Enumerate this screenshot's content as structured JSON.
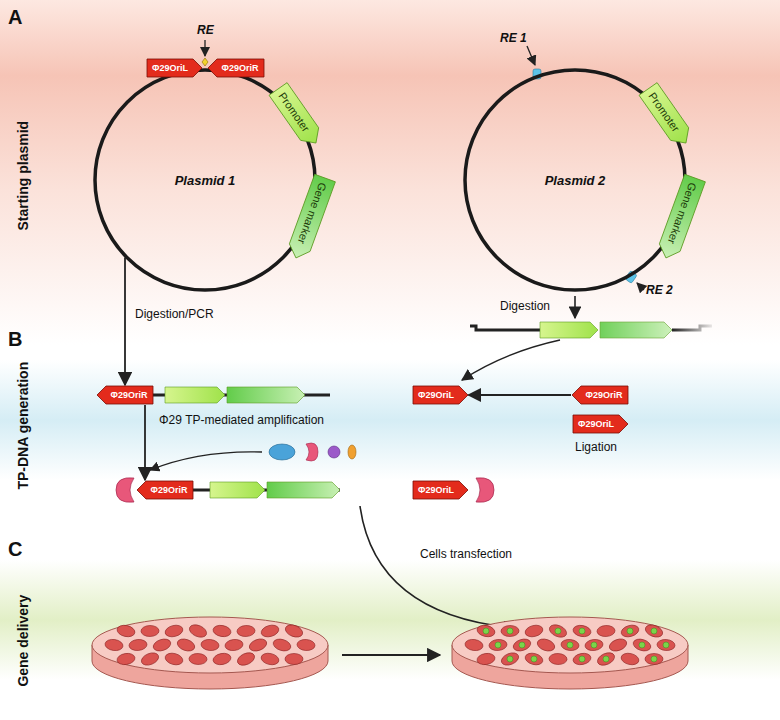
{
  "diagram": {
    "nodes": [
      {
        "text": [
          "Plasmid 1"
        ]
      },
      {
        "text": [
          "Φ29OriL"
        ]
      },
      {
        "text": [
          "Φ29OriR"
        ]
      },
      {
        "text": [
          "Promoter"
        ]
      },
      {
        "text": [
          "Gene marker"
        ]
      },
      {
        "text": [
          "Plasmid 2"
        ]
      },
      {
        "text": [
          "Promoter"
        ]
      },
      {
        "text": [
          "Gene marker"
        ]
      },
      {
        "text": [
          "Φ29OriR"
        ]
      },
      {
        "text": [
          "Φ29OriL"
        ]
      },
      {
        "text": [
          "Φ29OriR"
        ]
      },
      {
        "text": [
          "Φ29OriL"
        ]
      },
      {
        "text": [
          "Φ29OriR"
        ]
      },
      {
        "text": [
          "Φ29OriL"
        ]
      }
    ],
    "edges": [
      {
        "from": 0,
        "to": 8,
        "arrow": "to",
        "label": "Digestion/PCR"
      },
      {
        "from": 10,
        "to": 9,
        "arrow": "to"
      },
      {
        "from": 8,
        "to": 12,
        "arrow": "to",
        "label": "Φ29 TP-mediated amplification"
      }
    ],
    "labels": [
      "A",
      "Starting plasmid",
      "RE",
      "RE 1",
      "RE 2",
      "Digestion",
      "Ligation",
      "B",
      "TP-DNA generation",
      "C",
      "Gene delivery",
      "Cells transfection"
    ]
  }
}
